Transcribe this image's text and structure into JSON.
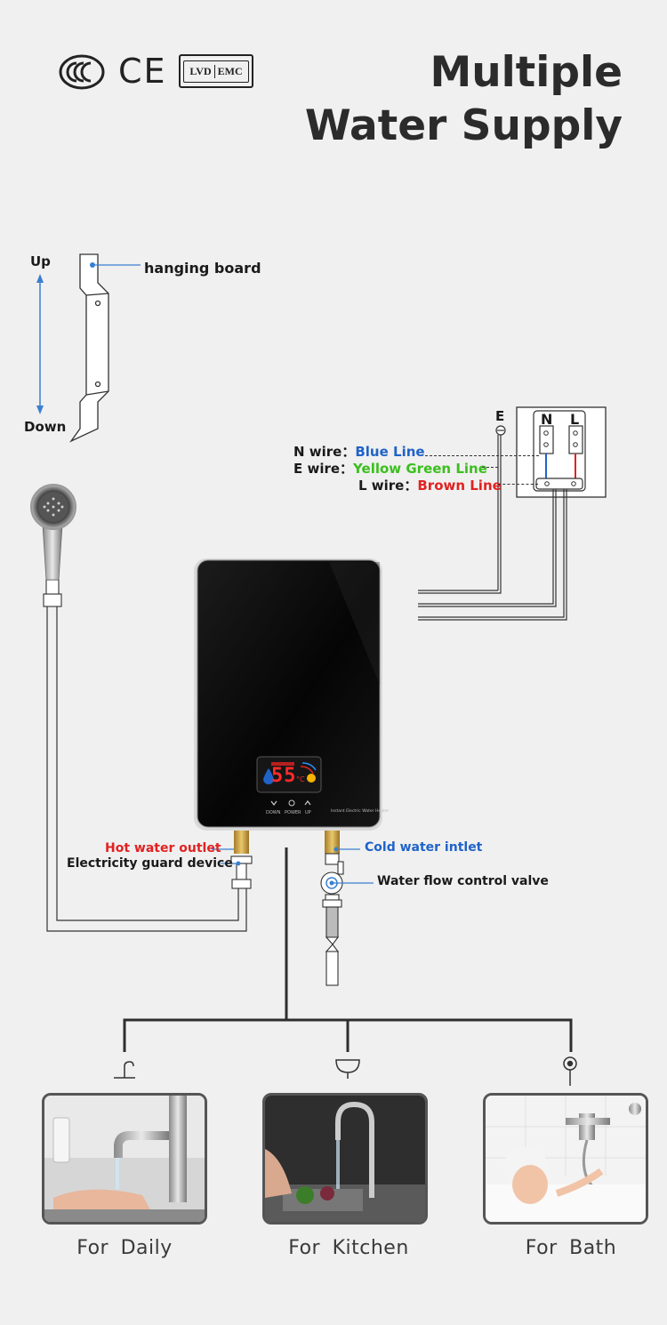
{
  "title": {
    "line1": "Multiple",
    "line2": "Water  Supply"
  },
  "certifications": {
    "ccc": "CCC",
    "ce": "CE",
    "lvd": "LVD",
    "emc": "EMC"
  },
  "hanging_board": {
    "up": "Up",
    "down": "Down",
    "label": "hanging board"
  },
  "wiring": {
    "e_terminal": "E",
    "n_terminal": "N",
    "l_terminal": "L",
    "n_wire_label": "N wire：",
    "n_wire_value": "Blue Line",
    "e_wire_label": "E wire：",
    "e_wire_value": "Yellow Green Line",
    "l_wire_label": "L wire：",
    "l_wire_value": "Brown Line"
  },
  "heater": {
    "display_temp": "55",
    "display_unit": "°C",
    "btn_down": "DOWN",
    "btn_power": "POWER",
    "btn_up": "UP",
    "brand_text": "Instant Electric Water Heater"
  },
  "callouts": {
    "hot_outlet": "Hot water outlet",
    "guard_device": "Electricity guard device",
    "cold_inlet": "Cold water intlet",
    "flow_valve": "Water flow control valve"
  },
  "uses": [
    {
      "label": "For  Daily",
      "icon": "faucet-icon"
    },
    {
      "label": "For  Kitchen",
      "icon": "sink-icon"
    },
    {
      "label": "For  Bath",
      "icon": "shower-icon"
    }
  ],
  "colors": {
    "blue_line": "#1f63c9",
    "green_line": "#3bbf1e",
    "red_line": "#e12222",
    "heater_body": "#0b0b0b"
  }
}
